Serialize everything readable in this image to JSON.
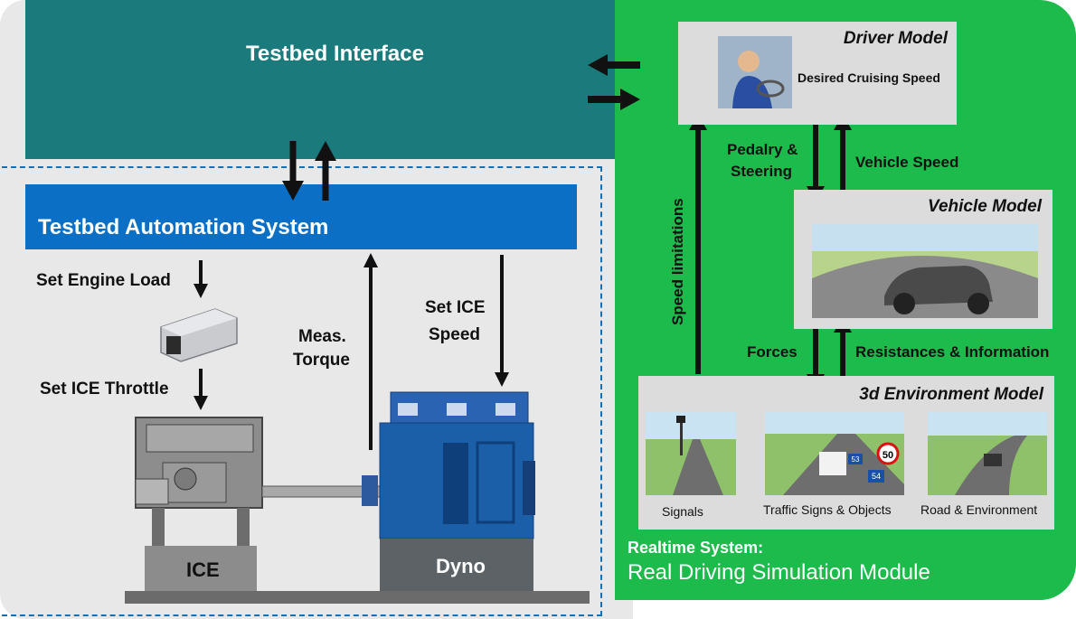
{
  "testbed_interface": "Testbed Interface",
  "testbed_automation": "Testbed Automation System",
  "labels": {
    "set_engine_load": "Set Engine Load",
    "set_ice_throttle": "Set ICE Throttle",
    "meas_torque_1": "Meas.",
    "meas_torque_2": "Torque",
    "set_ice_speed_1": "Set ICE",
    "set_ice_speed_2": "Speed",
    "ice": "ICE",
    "dyno": "Dyno"
  },
  "driver_model": {
    "title": "Driver Model",
    "caption": "Desired Cruising Speed"
  },
  "vehicle_model": {
    "title": "Vehicle Model"
  },
  "environment_model": {
    "title": "3d Environment Model",
    "items": [
      "Signals",
      "Traffic Signs & Objects",
      "Road & Environment"
    ]
  },
  "flows": {
    "pedalry_1": "Pedalry &",
    "pedalry_2": "Steering",
    "vehicle_speed": "Vehicle Speed",
    "forces": "Forces",
    "resistances": "Resistances & Information",
    "speed_limitations": "Speed limitations"
  },
  "realtime": {
    "line1": "Realtime System:",
    "line2": "Real Driving Simulation Module"
  },
  "sign_texts": {
    "speed_limit": "50",
    "sign_a": "53",
    "sign_b": "54"
  },
  "colors": {
    "teal": "#1b7b7c",
    "green": "#1dba4c",
    "blue": "#0a6fc5",
    "dyno_blue": "#1a5fa8",
    "engine_gray": "#8d8d8d"
  }
}
